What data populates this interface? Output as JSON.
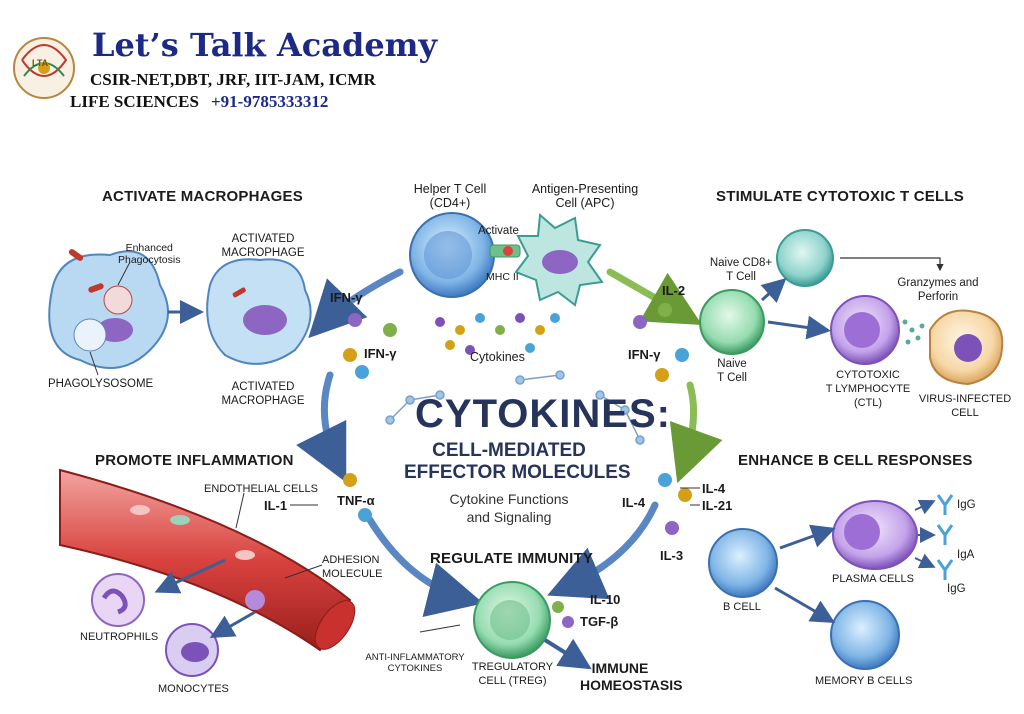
{
  "brand": {
    "title": "Let’s Talk Academy",
    "line2": "CSIR-NET,DBT, JRF, IIT-JAM, ICMR",
    "line3": "LIFE SCIENCES",
    "phone": "+91-9785333312",
    "logo_text": "LTA"
  },
  "center": {
    "title": "CYTOKINES:",
    "subtitle_line1": "CELL-MEDIATED",
    "subtitle_line2": "EFFECTOR MOLECULES",
    "caption_line1": "Cytokine Functions",
    "caption_line2": "and Signaling"
  },
  "top": {
    "helper_line1": "Helper T Cell",
    "helper_line2": "(CD4+)",
    "apc_line1": "Antigen-Presenting",
    "apc_line2": "Cell (APC)",
    "activate": "Activate",
    "mhc": "MHC II",
    "cytokines": "Cytokines"
  },
  "macrophages": {
    "heading": "ACTIVATE MACROPHAGES",
    "enhanced_line1": "Enhanced",
    "enhanced_line2": "Phagocytosis",
    "activated_top_line1": "ACTIVATED",
    "activated_top_line2": "MACROPHAGE",
    "phagolysosome": "PHAGOLYSOSOME",
    "activated_bottom_line1": "ACTIVATED",
    "activated_bottom_line2": "MACROPHAGE",
    "ifn_top": "IFN-γ",
    "ifn_bottom": "IFN-γ"
  },
  "cytotoxic": {
    "heading": "STIMULATE CYTOTOXIC T CELLS",
    "il2": "IL-2",
    "ifn": "IFN-γ",
    "naive_cd8_line1": "Naive CD8+",
    "naive_cd8_line2": "T Cell",
    "naive_line1": "Naive",
    "naive_line2": "T Cell",
    "granzymes_line1": "Granzymes and",
    "granzymes_line2": "Perforin",
    "ctl_line1": "CYTOTOXIC",
    "ctl_line2": "T LYMPHOCYTE",
    "ctl_line3": "(CTL)",
    "virus_line1": "VIRUS-INFECTED",
    "virus_line2": "CELL"
  },
  "inflammation": {
    "heading": "PROMOTE INFLAMMATION",
    "endothelial": "ENDOTHELIAL CELLS",
    "il1": "IL-1",
    "tnf": "TNF-α",
    "adhesion_line1": "ADHESION",
    "adhesion_line2": "MOLECULE",
    "neutrophils": "NEUTROPHILS",
    "monocytes": "MONOCYTES"
  },
  "regulate": {
    "heading": "REGULATE IMMUNITY",
    "il10": "IL-10",
    "tgf": "TGF-β",
    "anti_line1": "ANTI-INFLAMMATORY",
    "anti_line2": "CYTOKINES",
    "treg_line1": "TREGULATORY",
    "treg_line2": "CELL (TREG)",
    "homeo_line1": "IMMUNE",
    "homeo_line2": "HOMEOSTASIS"
  },
  "bcell": {
    "heading": "ENHANCE B CELL RESPONSES",
    "il4_left": "IL-4",
    "il4": "IL-4",
    "il21": "IL-21",
    "il3": "IL-3",
    "b_cell": "B CELL",
    "plasma": "PLASMA CELLS",
    "memory": "MEMORY B CELLS",
    "igg1": "IgG",
    "iga": "IgA",
    "igg2": "IgG"
  },
  "colors": {
    "brand_blue": "#1c2a86",
    "arrow_blue": "#4a78b8",
    "arrow_green": "#7fb04a",
    "title_navy": "#26345c"
  }
}
